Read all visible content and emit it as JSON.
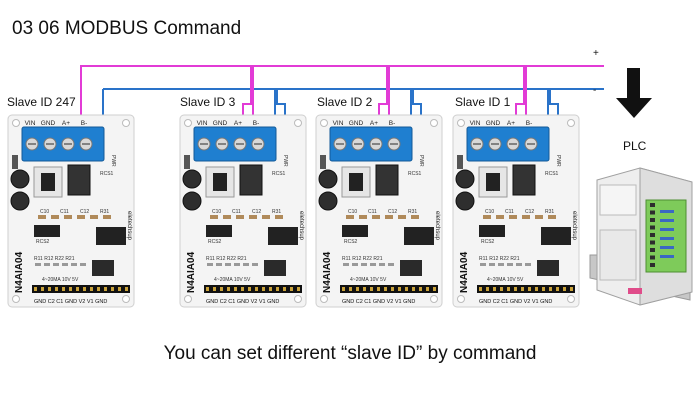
{
  "title": "03 06 MODBUS Command",
  "caption": "You can set different “slave ID” by command",
  "plc_label": "PLC",
  "rail_plus": "+",
  "rail_minus": "-",
  "boards": [
    {
      "slave_label": "Slave ID 247"
    },
    {
      "slave_label": "Slave ID 3"
    },
    {
      "slave_label": "Slave ID 2"
    },
    {
      "slave_label": "Slave ID 1"
    }
  ],
  "board_print": {
    "model": "N4AIA04",
    "brand": "eletechsup",
    "terminals": [
      "VIN",
      "GND",
      "A+",
      "B-"
    ],
    "bottom_labels": "GND C2 C1 GND V2 V1 GND",
    "range_label": "4~20MA   10V 5V",
    "pwr": "PWR",
    "rcs1": "RCS1",
    "rcs2": "RCS2",
    "caps": [
      "C10",
      "C11",
      "C12",
      "R31"
    ],
    "resistors": "R11 R12 R22 R21"
  },
  "colors": {
    "board": "#f4f4f4",
    "terminal_block": "#1f7fd0",
    "wire_plus": "#e23bd6",
    "wire_minus": "#2a73c9",
    "plc_body": "#eeeeee",
    "plc_panel": "#7ecb5a"
  }
}
